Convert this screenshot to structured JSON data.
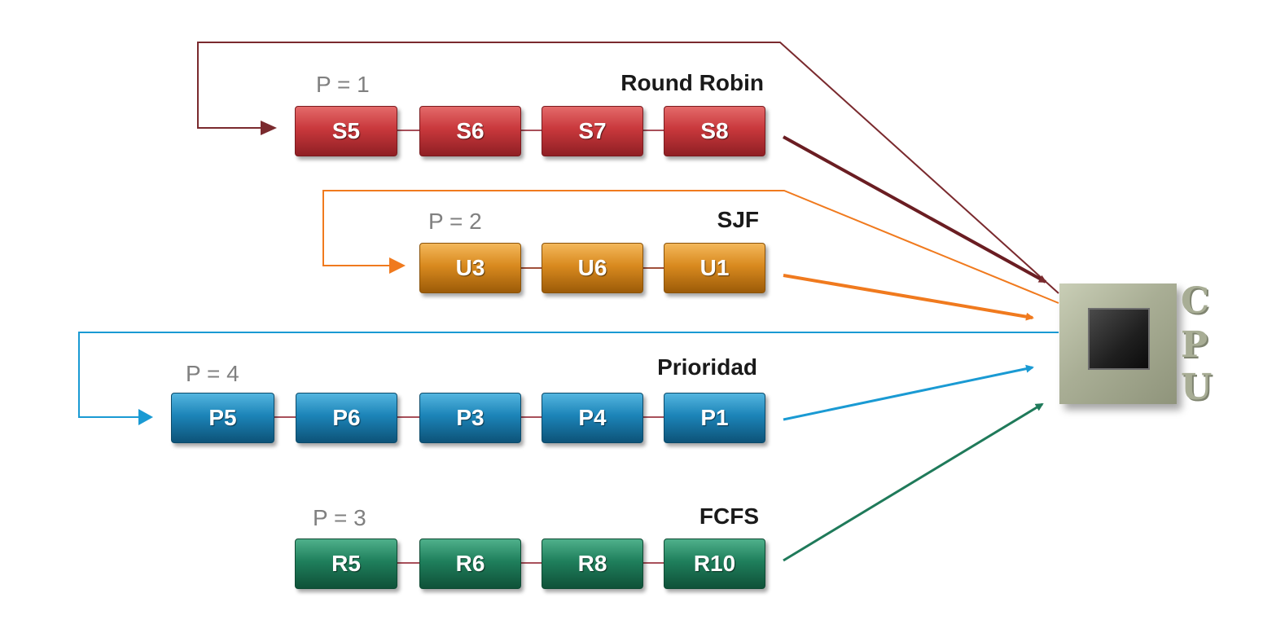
{
  "colors": {
    "round_robin": "#7a2a2e",
    "sjf": "#f07a1e",
    "prioridad": "#1a9ad3",
    "fcfs": "#1f7a5a",
    "cpu_text": "#a8ad95"
  },
  "queues": {
    "round_robin": {
      "priority": "P = 1",
      "algorithm": "Round Robin",
      "processes": [
        "S5",
        "S6",
        "S7",
        "S8"
      ]
    },
    "sjf": {
      "priority": "P = 2",
      "algorithm": "SJF",
      "processes": [
        "U3",
        "U6",
        "U1"
      ]
    },
    "prioridad": {
      "priority": "P = 4",
      "algorithm": "Prioridad",
      "processes": [
        "P5",
        "P6",
        "P3",
        "P4",
        "P1"
      ]
    },
    "fcfs": {
      "priority": "P = 3",
      "algorithm": "FCFS",
      "processes": [
        "R5",
        "R6",
        "R8",
        "R10"
      ]
    }
  },
  "cpu": {
    "label": "CPU",
    "letters": [
      "C",
      "P",
      "U"
    ],
    "icon": "processor-chip-icon"
  }
}
